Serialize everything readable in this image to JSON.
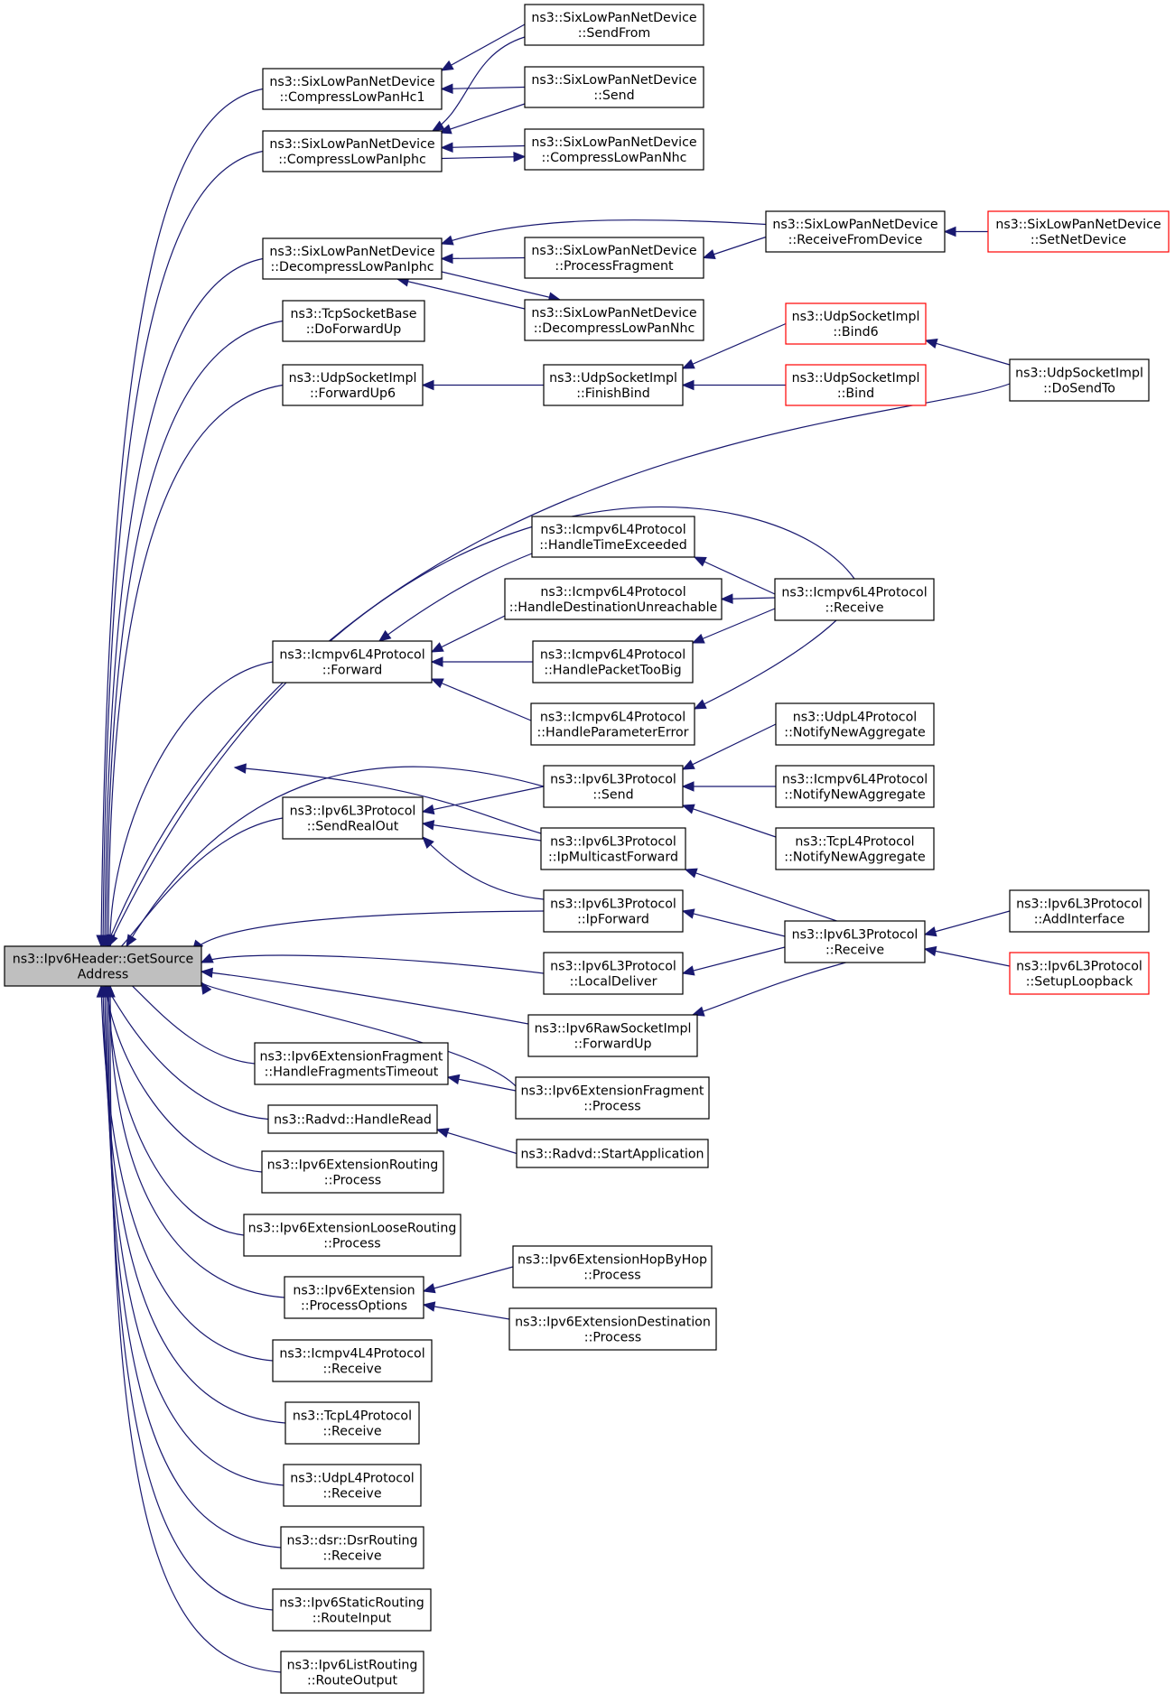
{
  "colors": {
    "edge": "#191970",
    "node_border": "#000000",
    "incomplete_border": "#ff0000",
    "focus_fill": "#bfbfbf"
  },
  "nodes": [
    {
      "id": "root",
      "lines": [
        "ns3::Ipv6Header::GetSource",
        "Address"
      ],
      "focus": true
    },
    {
      "id": "sf",
      "lines": [
        "ns3::SixLowPanNetDevice",
        "::SendFrom"
      ]
    },
    {
      "id": "hc1",
      "lines": [
        "ns3::SixLowPanNetDevice",
        "::CompressLowPanHc1"
      ]
    },
    {
      "id": "send6",
      "lines": [
        "ns3::SixLowPanNetDevice",
        "::Send"
      ]
    },
    {
      "id": "ciphc",
      "lines": [
        "ns3::SixLowPanNetDevice",
        "::CompressLowPanIphc"
      ]
    },
    {
      "id": "cnhc",
      "lines": [
        "ns3::SixLowPanNetDevice",
        "::CompressLowPanNhc"
      ]
    },
    {
      "id": "rfd",
      "lines": [
        "ns3::SixLowPanNetDevice",
        "::ReceiveFromDevice"
      ]
    },
    {
      "id": "snd",
      "lines": [
        "ns3::SixLowPanNetDevice",
        "::SetNetDevice"
      ],
      "red": true
    },
    {
      "id": "diphc",
      "lines": [
        "ns3::SixLowPanNetDevice",
        "::DecompressLowPanIphc"
      ]
    },
    {
      "id": "pf",
      "lines": [
        "ns3::SixLowPanNetDevice",
        "::ProcessFragment"
      ]
    },
    {
      "id": "dnhc",
      "lines": [
        "ns3::SixLowPanNetDevice",
        "::DecompressLowPanNhc"
      ]
    },
    {
      "id": "tcpdfu",
      "lines": [
        "ns3::TcpSocketBase",
        "::DoForwardUp"
      ]
    },
    {
      "id": "bind6",
      "lines": [
        "ns3::UdpSocketImpl",
        "::Bind6"
      ],
      "red": true
    },
    {
      "id": "fu6",
      "lines": [
        "ns3::UdpSocketImpl",
        "::ForwardUp6"
      ]
    },
    {
      "id": "fb",
      "lines": [
        "ns3::UdpSocketImpl",
        "::FinishBind"
      ]
    },
    {
      "id": "bind",
      "lines": [
        "ns3::UdpSocketImpl",
        "::Bind"
      ],
      "red": true
    },
    {
      "id": "dst",
      "lines": [
        "ns3::UdpSocketImpl",
        "::DoSendTo"
      ]
    },
    {
      "id": "hte",
      "lines": [
        "ns3::Icmpv6L4Protocol",
        "::HandleTimeExceeded"
      ]
    },
    {
      "id": "hdu",
      "lines": [
        "ns3::Icmpv6L4Protocol",
        "::HandleDestinationUnreachable"
      ]
    },
    {
      "id": "ircv",
      "lines": [
        "ns3::Icmpv6L4Protocol",
        "::Receive"
      ]
    },
    {
      "id": "ifwd",
      "lines": [
        "ns3::Icmpv6L4Protocol",
        "::Forward"
      ]
    },
    {
      "id": "hptb",
      "lines": [
        "ns3::Icmpv6L4Protocol",
        "::HandlePacketTooBig"
      ]
    },
    {
      "id": "hpe",
      "lines": [
        "ns3::Icmpv6L4Protocol",
        "::HandleParameterError"
      ]
    },
    {
      "id": "unna",
      "lines": [
        "ns3::UdpL4Protocol",
        "::NotifyNewAggregate"
      ]
    },
    {
      "id": "l3send",
      "lines": [
        "ns3::Ipv6L3Protocol",
        "::Send"
      ]
    },
    {
      "id": "inna",
      "lines": [
        "ns3::Icmpv6L4Protocol",
        "::NotifyNewAggregate"
      ]
    },
    {
      "id": "sro",
      "lines": [
        "ns3::Ipv6L3Protocol",
        "::SendRealOut"
      ]
    },
    {
      "id": "imf",
      "lines": [
        "ns3::Ipv6L3Protocol",
        "::IpMulticastForward"
      ]
    },
    {
      "id": "tnna",
      "lines": [
        "ns3::TcpL4Protocol",
        "::NotifyNewAggregate"
      ]
    },
    {
      "id": "ipf",
      "lines": [
        "ns3::Ipv6L3Protocol",
        "::IpForward"
      ]
    },
    {
      "id": "addif",
      "lines": [
        "ns3::Ipv6L3Protocol",
        "::AddInterface"
      ]
    },
    {
      "id": "l3rcv",
      "lines": [
        "ns3::Ipv6L3Protocol",
        "::Receive"
      ]
    },
    {
      "id": "ld",
      "lines": [
        "ns3::Ipv6L3Protocol",
        "::LocalDeliver"
      ]
    },
    {
      "id": "slb",
      "lines": [
        "ns3::Ipv6L3Protocol",
        "::SetupLoopback"
      ],
      "red": true
    },
    {
      "id": "rawfu",
      "lines": [
        "ns3::Ipv6RawSocketImpl",
        "::ForwardUp"
      ]
    },
    {
      "id": "hft",
      "lines": [
        "ns3::Ipv6ExtensionFragment",
        "::HandleFragmentsTimeout"
      ]
    },
    {
      "id": "efp",
      "lines": [
        "ns3::Ipv6ExtensionFragment",
        "::Process"
      ]
    },
    {
      "id": "rhr",
      "lines": [
        "ns3::Radvd::HandleRead"
      ]
    },
    {
      "id": "rsa",
      "lines": [
        "ns3::Radvd::StartApplication"
      ]
    },
    {
      "id": "erp",
      "lines": [
        "ns3::Ipv6ExtensionRouting",
        "::Process"
      ]
    },
    {
      "id": "elrp",
      "lines": [
        "ns3::Ipv6ExtensionLooseRouting",
        "::Process"
      ]
    },
    {
      "id": "ehbh",
      "lines": [
        "ns3::Ipv6ExtensionHopByHop",
        "::Process"
      ]
    },
    {
      "id": "epo",
      "lines": [
        "ns3::Ipv6Extension",
        "::ProcessOptions"
      ]
    },
    {
      "id": "edp",
      "lines": [
        "ns3::Ipv6ExtensionDestination",
        "::Process"
      ]
    },
    {
      "id": "i4r",
      "lines": [
        "ns3::Icmpv4L4Protocol",
        "::Receive"
      ]
    },
    {
      "id": "tr",
      "lines": [
        "ns3::TcpL4Protocol",
        "::Receive"
      ]
    },
    {
      "id": "ur",
      "lines": [
        "ns3::UdpL4Protocol",
        "::Receive"
      ]
    },
    {
      "id": "dsr",
      "lines": [
        "ns3::dsr::DsrRouting",
        "::Receive"
      ]
    },
    {
      "id": "sri",
      "lines": [
        "ns3::Ipv6StaticRouting",
        "::RouteInput"
      ]
    },
    {
      "id": "lro",
      "lines": [
        "ns3::Ipv6ListRouting",
        "::RouteOutput"
      ]
    }
  ]
}
